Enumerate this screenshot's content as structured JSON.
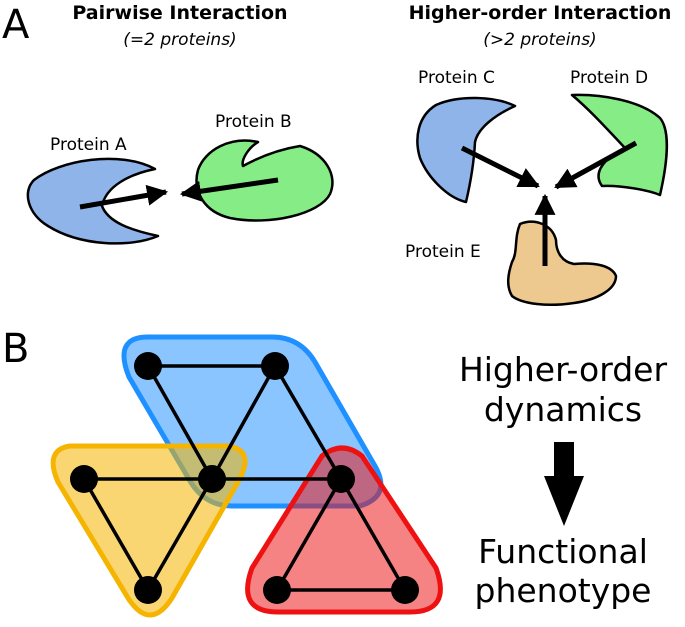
{
  "panel_a": {
    "letter": "A",
    "pairwise": {
      "title": "Pairwise Interaction",
      "subtitle": "(=2 proteins)",
      "protein_a": "Protein A",
      "protein_b": "Protein B"
    },
    "higher_order": {
      "title": "Higher-order Interaction",
      "subtitle": "(>2 proteins)",
      "protein_c": "Protein C",
      "protein_d": "Protein D",
      "protein_e": "Protein E"
    }
  },
  "panel_b": {
    "letter": "B",
    "dynamics_line1": "Higher-order",
    "dynamics_line2": "dynamics",
    "phenotype_line1": "Functional",
    "phenotype_line2": "phenotype"
  },
  "colors": {
    "blue_fill": "#8fb4ea",
    "green_fill": "#86ec86",
    "tan_fill": "#edc98f",
    "blue_group": "#1e90ff",
    "orange_group": "#f5b400",
    "red_group": "#ee1111"
  }
}
